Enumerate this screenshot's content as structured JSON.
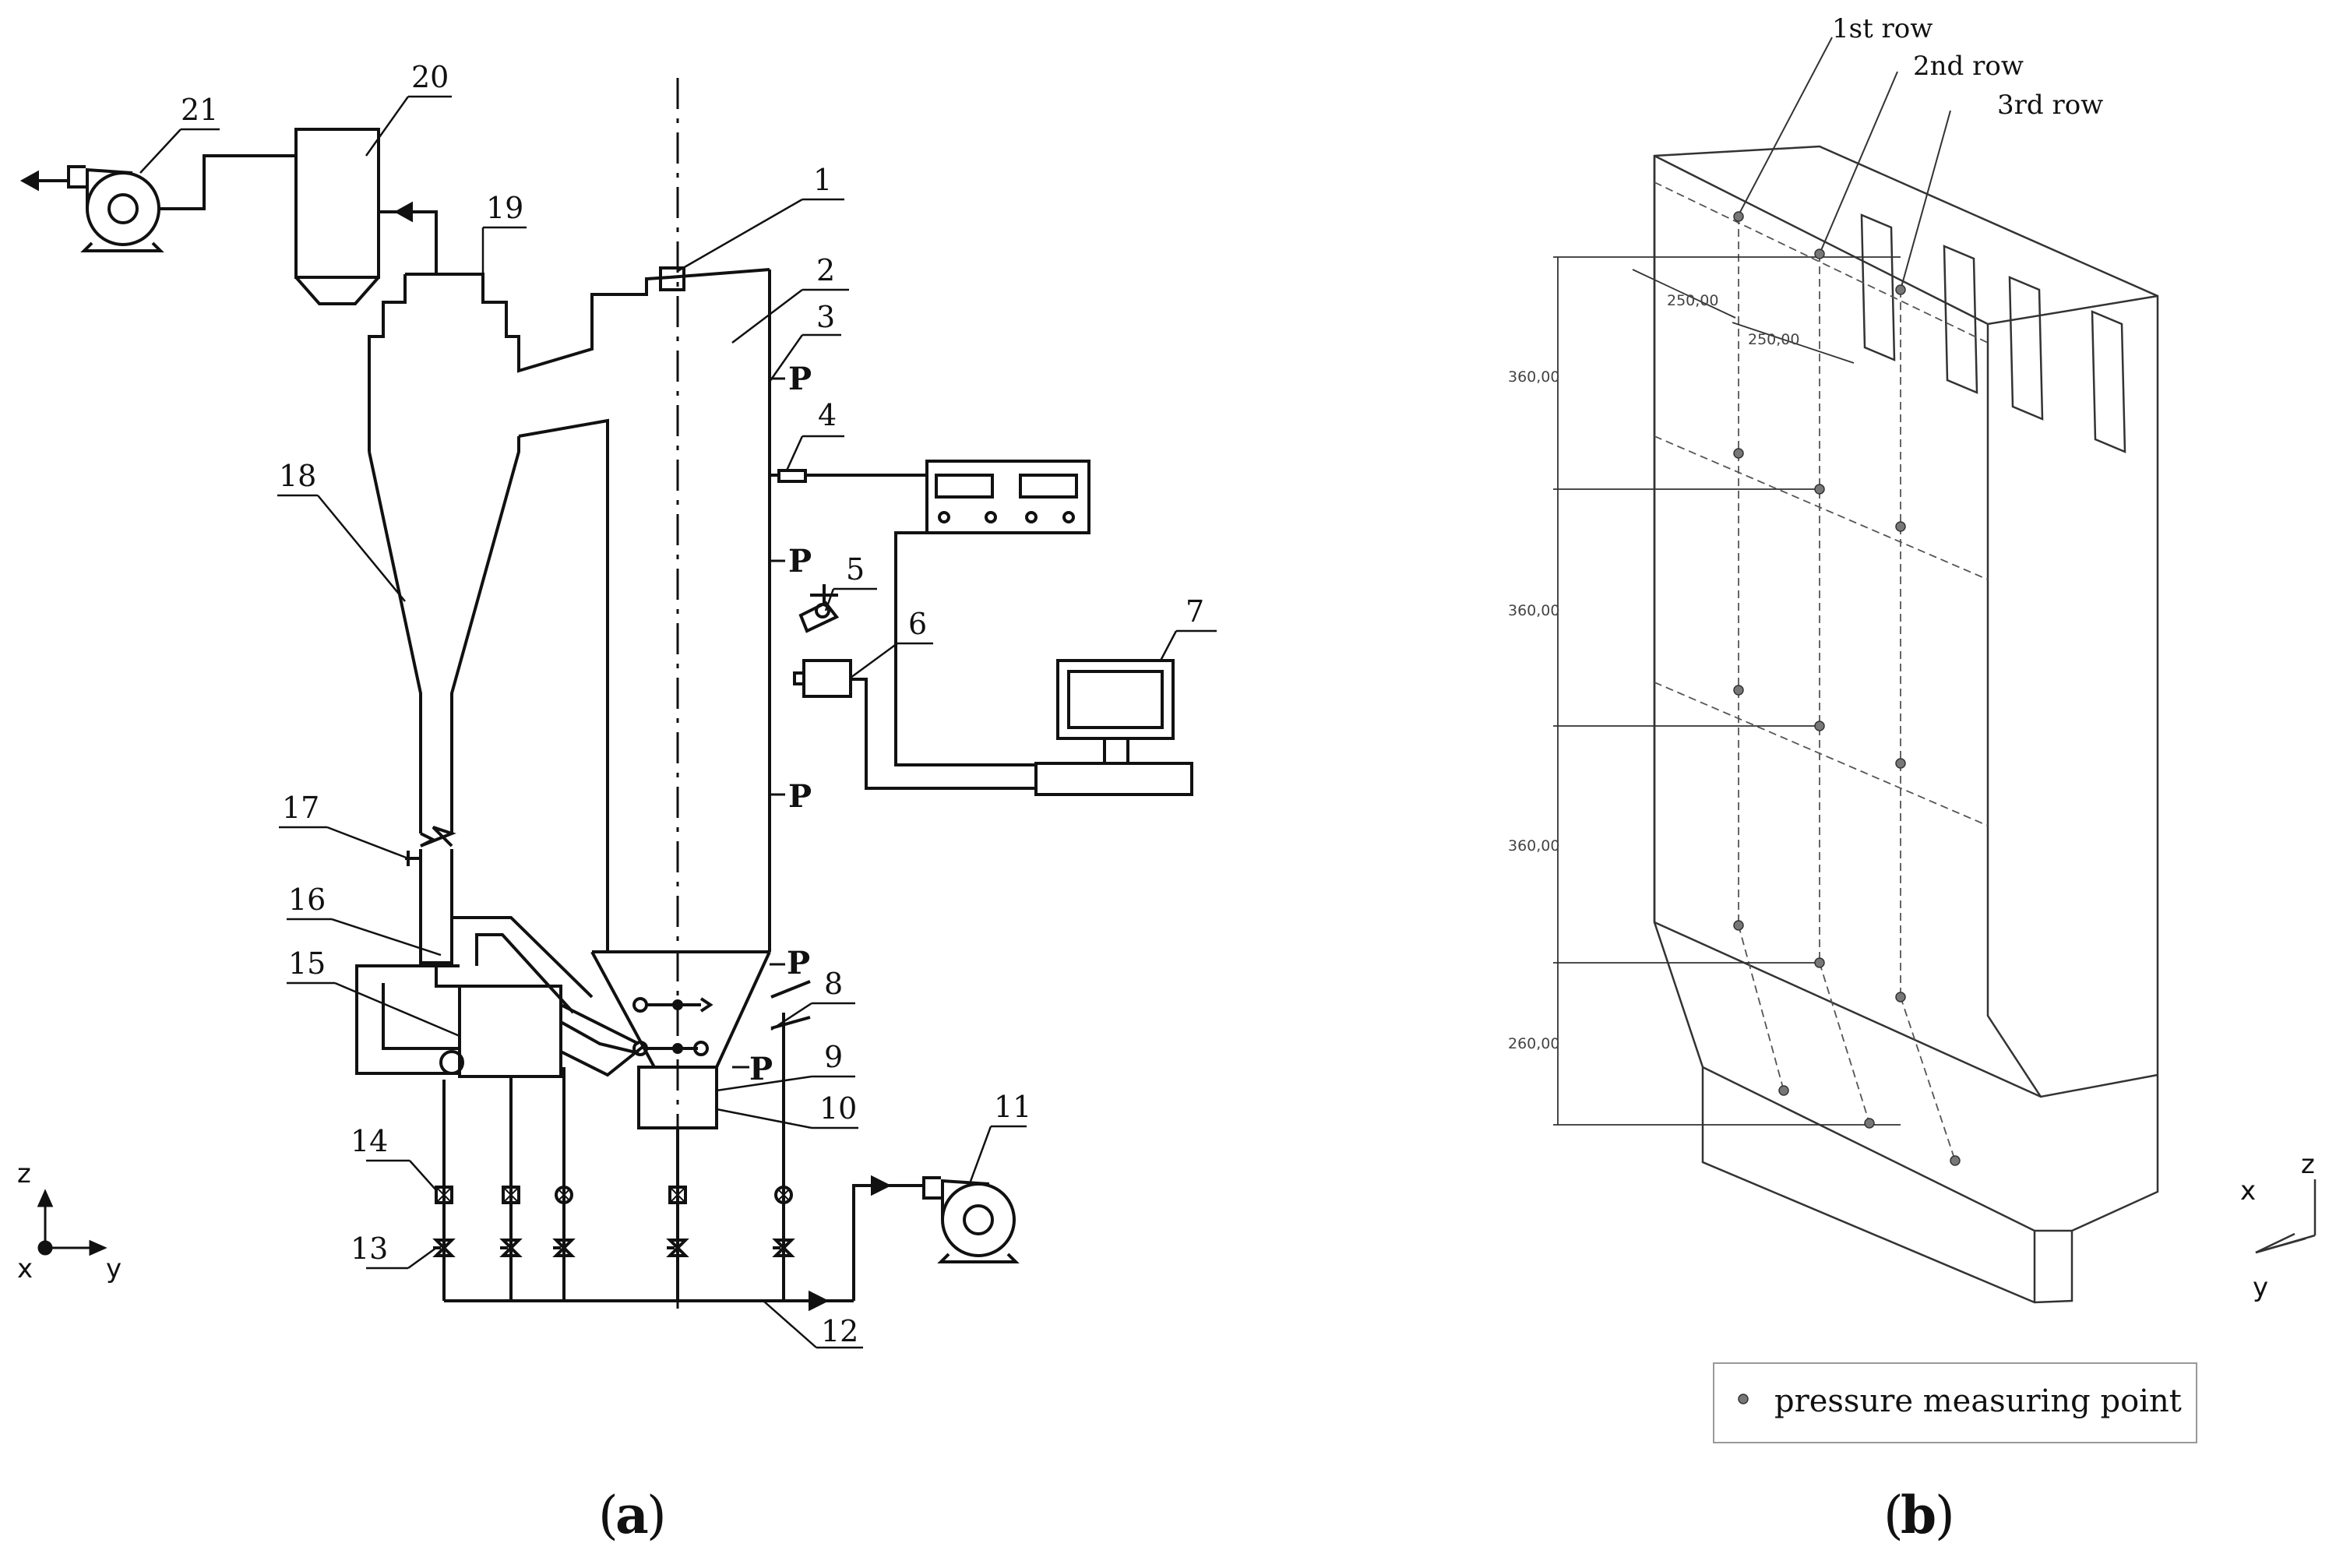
{
  "panel_a": {
    "caption": "a",
    "part_numbers": [
      "1",
      "2",
      "3",
      "4",
      "5",
      "6",
      "7",
      "8",
      "9",
      "10",
      "11",
      "12",
      "13",
      "14",
      "15",
      "16",
      "17",
      "18",
      "19",
      "20",
      "21"
    ],
    "pressure_label": "P",
    "axes": {
      "z": "z",
      "x": "x",
      "y": "y"
    }
  },
  "panel_b": {
    "caption": "b",
    "rows": [
      "1st row",
      "2nd row",
      "3rd row"
    ],
    "dims": {
      "width1": "250,00",
      "width2": "250,00",
      "h1": "360,00",
      "h2": "360,00",
      "h3": "360,00",
      "h4": "260,00"
    },
    "axes": {
      "z": "z",
      "x": "x",
      "y": "y"
    },
    "legend": "pressure measuring point"
  }
}
